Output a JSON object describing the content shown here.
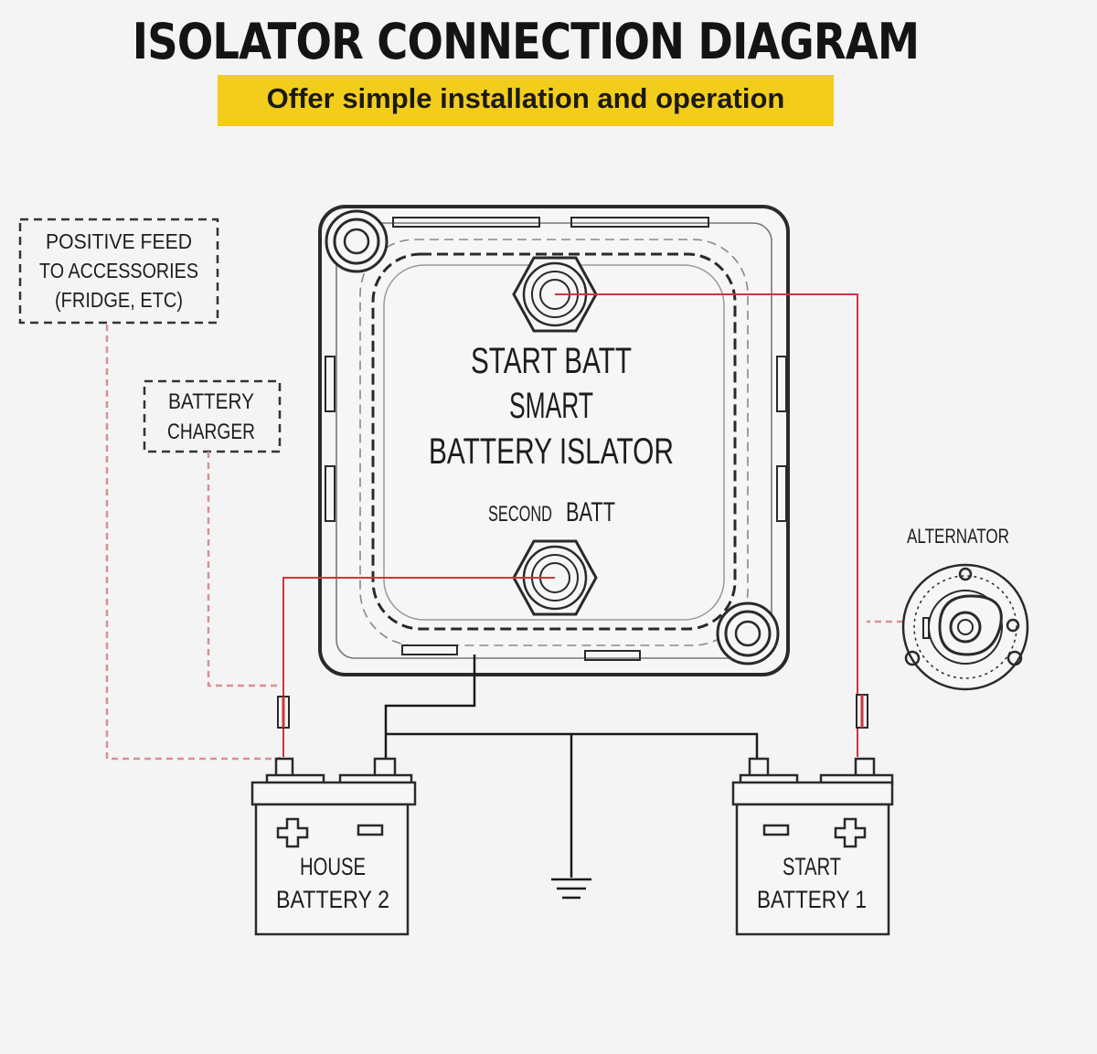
{
  "title": "ISOLATOR CONNECTION DIAGRAM",
  "subtitle": "Offer simple installation and operation",
  "labels": {
    "positive_feed": [
      "POSITIVE FEED",
      "TO ACCESSORIES",
      "(FRIDGE, ETC)"
    ],
    "battery_charger": [
      "BATTERY",
      "CHARGER"
    ],
    "isolator_top": "START BATT",
    "isolator_mid1": "SMART",
    "isolator_mid2": "BATTERY ISLATOR",
    "isolator_bottom_small": "SECOND",
    "isolator_bottom": "BATT",
    "alternator": "ALTERNATOR",
    "house_battery": [
      "HOUSE",
      "BATTERY 2"
    ],
    "start_battery": [
      "START",
      "BATTERY 1"
    ]
  },
  "colors": {
    "subtitle_background": "#f3cd1b",
    "positive_wire": "#d0353a",
    "feed_wire_dashed": "#d99090",
    "negative_wire": "#1a1a1a",
    "outline": "#2a2a2a"
  },
  "icons": [
    "hex-nut-terminal-icon",
    "mounting-hole-icon",
    "fuse-icon",
    "ground-symbol-icon",
    "alternator-icon",
    "plus-sign-icon",
    "minus-sign-icon"
  ]
}
